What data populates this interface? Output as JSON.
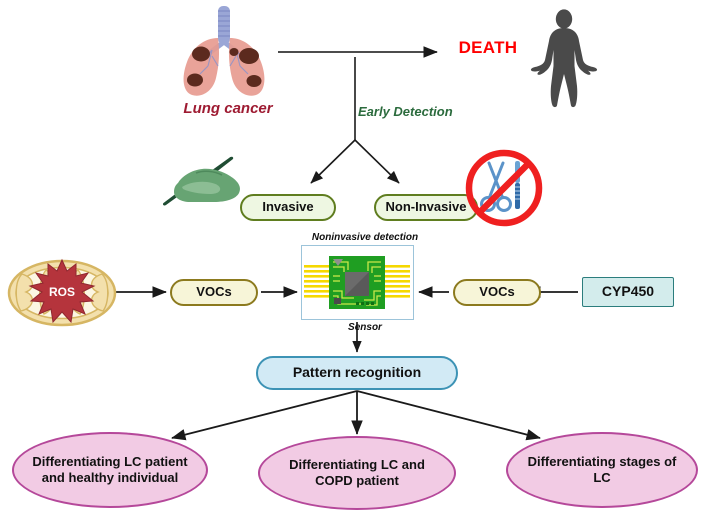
{
  "figure": {
    "title": "Lung cancer early detection workflow",
    "background": "#ffffff"
  },
  "labels": {
    "lung_cancer": "Lung cancer",
    "death": "DEATH",
    "early_detection": "Early Detection",
    "noninvasive_detection": "Noninvasive detection",
    "sensor": "Sensor"
  },
  "nodes": {
    "invasive": "Invasive",
    "non_invasive": "Non-Invasive",
    "vocs_left": "VOCs",
    "vocs_right": "VOCs",
    "cyp450": "CYP450",
    "ros": "ROS",
    "pattern_recognition": "Pattern recognition"
  },
  "outcomes": [
    {
      "label": "Differentiating LC patient and healthy individual"
    },
    {
      "label": "Differentiating LC and COPD patient"
    },
    {
      "label": "Differentiating stages of LC"
    }
  ],
  "icons": {
    "lungs": "lungs-icon",
    "human_body": "human-body-silhouette-icon",
    "hand_scalpel": "hand-holding-scalpel-icon",
    "no_surgery": "no-surgery-prohibition-icon",
    "mitochondrion": "mitochondrion-icon",
    "sensor_chip": "sensor-chip-icon"
  },
  "colors": {
    "death_text": "#ff0000",
    "lung_cancer_text": "#9e1b32",
    "early_detection_text": "#2b6b3d",
    "green_pill_fill": "#eef7e2",
    "green_pill_border": "#5f7d1f",
    "cream_pill_fill": "#f7f5d8",
    "cream_pill_border": "#8c7a1e",
    "blue_pill_fill": "#d2eaf5",
    "blue_pill_border": "#3d93b5",
    "teal_rect_fill": "#d3ecec",
    "teal_rect_border": "#2b7d7d",
    "pink_ellipse_fill": "#f2cbe4",
    "pink_ellipse_border": "#b5489a",
    "arrow": "#1a1a1a",
    "ros_star": "#b5343c",
    "mitochondrion": "#f0dca0"
  }
}
